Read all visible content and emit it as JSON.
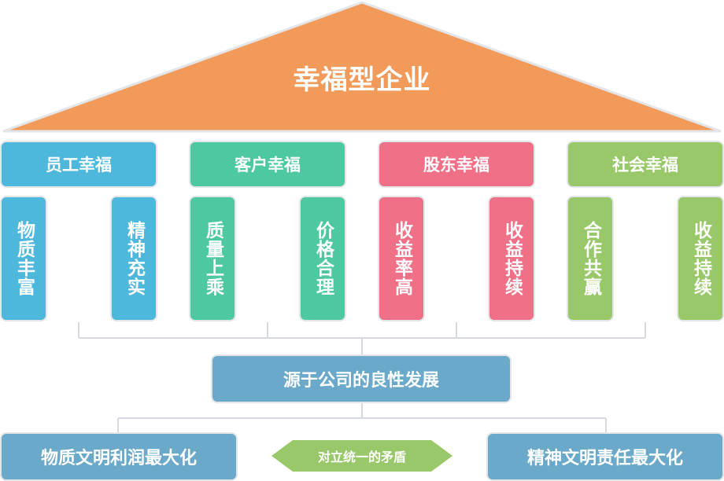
{
  "roof": {
    "title": "幸福型企业",
    "color": "#f29a5a"
  },
  "groups": [
    {
      "title": "员工幸福",
      "color": "#4db8dc",
      "pillars": [
        "物质丰富",
        "精神充实"
      ]
    },
    {
      "title": "客户幸福",
      "color": "#4ec8a0",
      "pillars": [
        "质量上乘",
        "价格合理"
      ]
    },
    {
      "title": "股东幸福",
      "color": "#f07187",
      "pillars": [
        "收益率高",
        "收益持续"
      ]
    },
    {
      "title": "社会幸福",
      "color": "#98c86a",
      "pillars": [
        "合作共赢",
        "收益持续"
      ]
    }
  ],
  "source": {
    "label": "源于公司的良性发展",
    "color": "#6aa9c9"
  },
  "bottom": {
    "left_label": "物质文明利润最大化",
    "right_label": "精神文明责任最大化",
    "arrow_label": "对立统一的矛盾",
    "arrow_color": "#98c86a"
  }
}
